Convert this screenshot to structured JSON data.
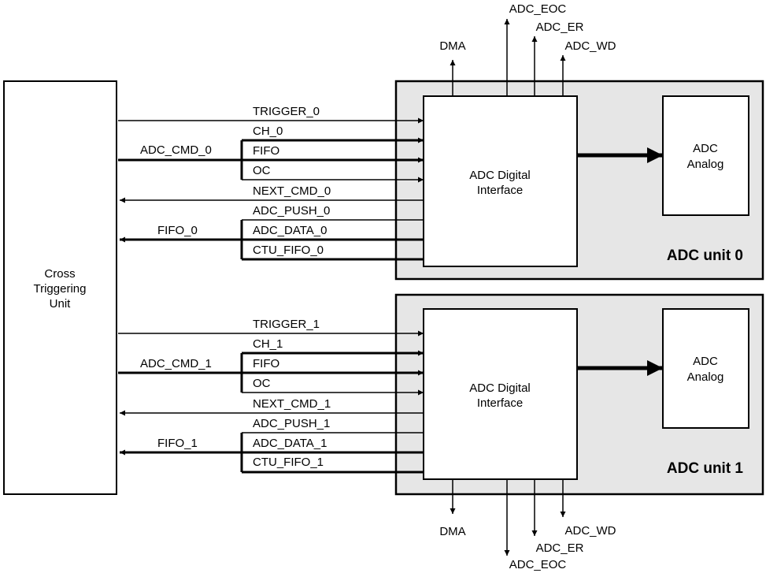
{
  "ctu": {
    "line1": "Cross",
    "line2": "Triggering",
    "line3": "Unit"
  },
  "units": [
    {
      "title": "ADC unit 0",
      "digital": {
        "line1": "ADC Digital",
        "line2": "Interface"
      },
      "analog": {
        "line1": "ADC",
        "line2": "Analog"
      },
      "signals": {
        "trigger": "TRIGGER_0",
        "ch": "CH_0",
        "cmd_group": "ADC_CMD_0",
        "fifo": "FIFO",
        "oc": "OC",
        "next_cmd": "NEXT_CMD_0",
        "push": "ADC_PUSH_0",
        "fifo_group": "FIFO_0",
        "data": "ADC_DATA_0",
        "ctu_fifo": "CTU_FIFO_0"
      },
      "outputs": {
        "dma": "DMA",
        "eoc": "ADC_EOC",
        "er": "ADC_ER",
        "wd": "ADC_WD"
      }
    },
    {
      "title": "ADC unit 1",
      "digital": {
        "line1": "ADC Digital",
        "line2": "Interface"
      },
      "analog": {
        "line1": "ADC",
        "line2": "Analog"
      },
      "signals": {
        "trigger": "TRIGGER_1",
        "ch": "CH_1",
        "cmd_group": "ADC_CMD_1",
        "fifo": "FIFO",
        "oc": "OC",
        "next_cmd": "NEXT_CMD_1",
        "push": "ADC_PUSH_1",
        "fifo_group": "FIFO_1",
        "data": "ADC_DATA_1",
        "ctu_fifo": "CTU_FIFO_1"
      },
      "outputs": {
        "dma": "DMA",
        "eoc": "ADC_EOC",
        "er": "ADC_ER",
        "wd": "ADC_WD"
      }
    }
  ]
}
